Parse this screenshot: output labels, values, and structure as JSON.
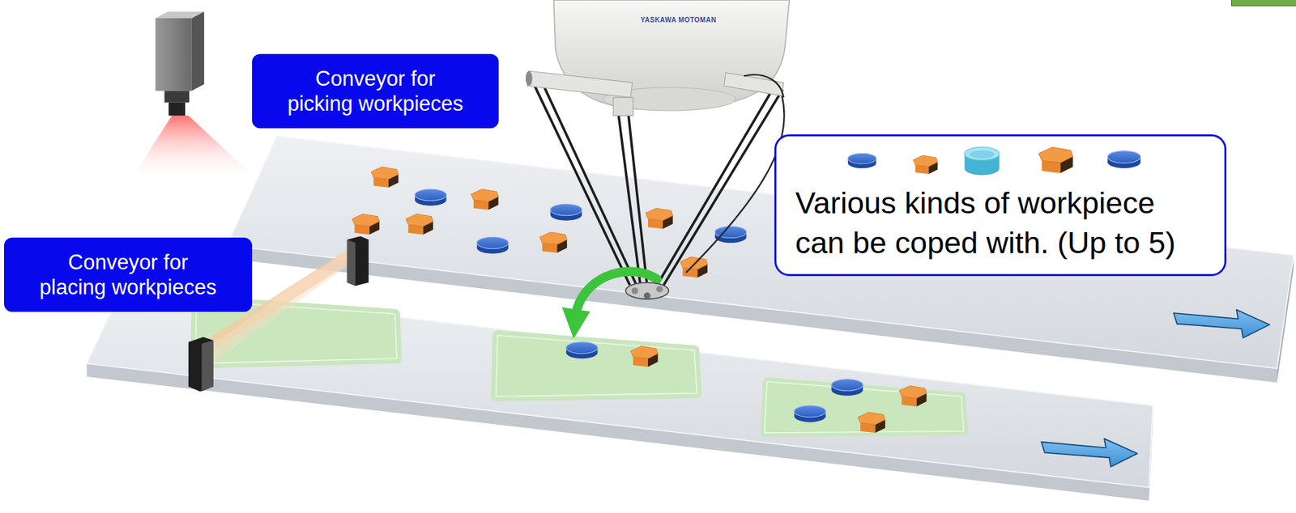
{
  "diagram": {
    "nodes": [
      {
        "text": [
          "Conveyor for picking workpieces"
        ]
      },
      {
        "text": [
          "Various kinds of workpiece can be coped with. (Up to 5)"
        ]
      },
      {
        "text": [
          "Conveyor for placing workpieces"
        ]
      }
    ],
    "labels": [
      "YASKAWA MOTOMAN"
    ]
  }
}
